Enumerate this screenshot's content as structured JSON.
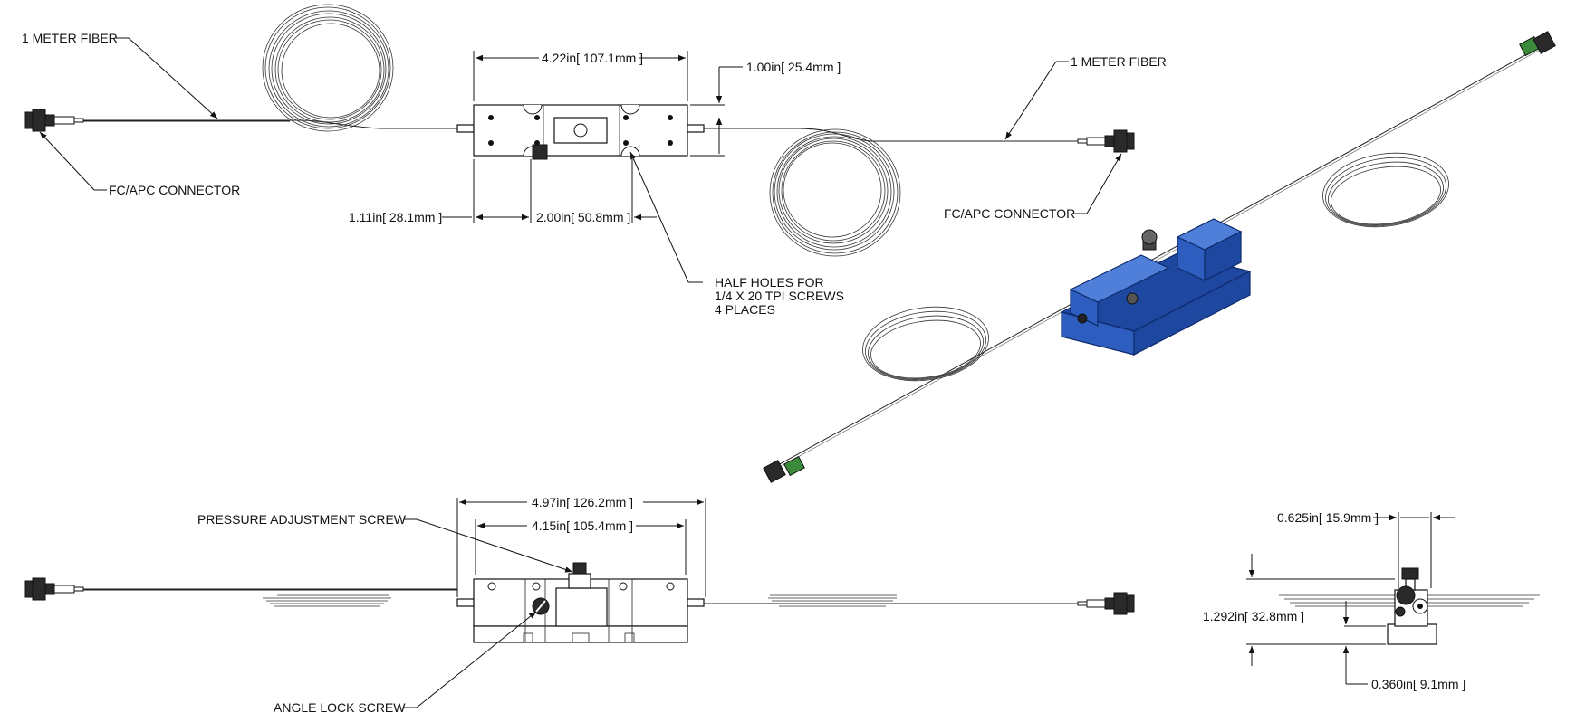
{
  "top_view": {
    "fiber_left_label": "1 METER FIBER",
    "fiber_right_label": "1 METER FIBER",
    "connector_left_label": "FC/APC CONNECTOR",
    "connector_right_label": "FC/APC CONNECTOR",
    "dim_length": "4.22in[ 107.1mm ]",
    "dim_height": "1.00in[ 25.4mm ]",
    "dim_offset": "1.11in[ 28.1mm ]",
    "dim_hole_spacing": "2.00in[ 50.8mm ]",
    "half_holes_line1": "HALF HOLES FOR",
    "half_holes_line2": "1/4 X 20 TPI SCREWS",
    "half_holes_line3": "4 PLACES"
  },
  "side_view": {
    "dim_overall": "4.97in[ 126.2mm ]",
    "dim_body": "4.15in[ 105.4mm ]",
    "pressure_label": "PRESSURE ADJUSTMENT SCREW",
    "angle_label": "ANGLE LOCK SCREW"
  },
  "end_view": {
    "dim_width": "0.625in[ 15.9mm ]",
    "dim_height": "1.292in[ 32.8mm ]",
    "dim_fiber_height": "0.360in[ 9.1mm ]"
  },
  "colors": {
    "housing_blue": "#2d5dbe",
    "line": "#111111"
  }
}
